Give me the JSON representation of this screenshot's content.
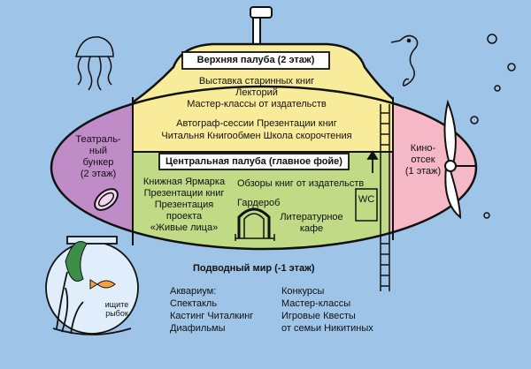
{
  "upper_deck": {
    "title": "Верхняя палуба (2 этаж)",
    "lines": [
      "Выставка старинных книг",
      "Лекторий",
      "Мастер-классы от издательств"
    ],
    "row1": "Автограф-сессии  Презентации книг",
    "row2": "Читальня  Книгообмен  Школа скорочтения"
  },
  "theatre": {
    "lines": [
      "Театраль-",
      "ный",
      "бункер",
      "(2 этаж)"
    ]
  },
  "cinema": {
    "lines": [
      "Кино-",
      "отсек",
      "(1 этаж)"
    ]
  },
  "central_deck": {
    "title": "Центральная палуба (главное фойе)",
    "left_lines": [
      "Книжная Ярмарка",
      "Презентации книг",
      "Презентация",
      "проекта",
      "«Живые лица»"
    ],
    "reviews": "Обзоры книг от издательств",
    "wardrobe": "Гардероб",
    "cafe_lines": [
      "Литературное",
      "кафе"
    ],
    "wc": "WC"
  },
  "underwater": {
    "title": "Подводный мир (-1 этаж)",
    "left_lines": [
      "Аквариум:",
      "Спектакль",
      "Кастинг Читалкинг",
      "Диафильмы"
    ],
    "right_lines": [
      "Конкурсы",
      "Мастер-классы",
      "Игровые Квесты",
      "от семьи Никитиных"
    ]
  },
  "aquarium": {
    "lines": [
      "ищите",
      "рыбок"
    ]
  },
  "colors": {
    "water": "#9ec4e8",
    "upper": "#f8ec9a",
    "central": "#c0da86",
    "theatre": "#c08cc8",
    "cinema": "#f4b8c6"
  }
}
